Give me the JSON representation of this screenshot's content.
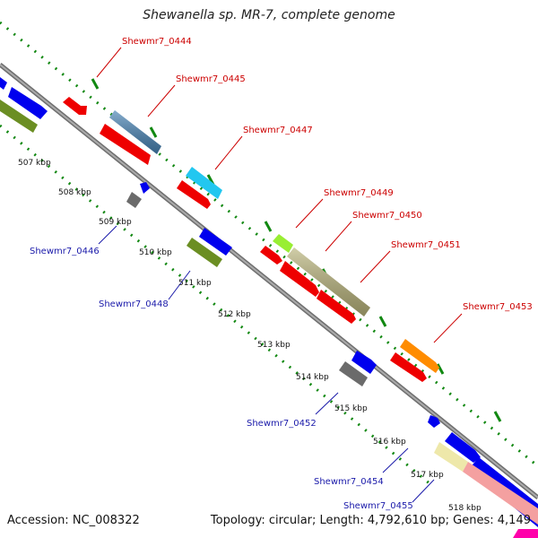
{
  "title": "Shewanella sp. MR-7, complete genome",
  "accession": "Accession: NC_008322",
  "topology": "Topology: circular; Length: 4,792,610 bp; Genes: 4,149",
  "ticks": [
    "507 kbp",
    "508 kbp",
    "509 kbp",
    "510 kbp",
    "511 kbp",
    "512 kbp",
    "513 kbp",
    "514 kbp",
    "515 kbp",
    "516 kbp",
    "517 kbp",
    "518 kbp"
  ],
  "genes": [
    {
      "id": "g0444",
      "label": "Shewmr7_0444",
      "color": "#ee0000",
      "strand": "forward"
    },
    {
      "id": "g0445",
      "label": "Shewmr7_0445",
      "color": "#4682b4",
      "strand": "forward"
    },
    {
      "id": "g0447",
      "label": "Shewmr7_0447",
      "color": "#22c7f0",
      "strand": "forward"
    },
    {
      "id": "g0449",
      "label": "Shewmr7_0449",
      "color": "#99ee33",
      "strand": "forward"
    },
    {
      "id": "g0450",
      "label": "Shewmr7_0450",
      "color": "#b8b37a",
      "strand": "forward"
    },
    {
      "id": "g0451",
      "label": "Shewmr7_0451",
      "color": "#ee0000",
      "strand": "forward"
    },
    {
      "id": "g0453",
      "label": "Shewmr7_0453",
      "color": "#ff8c00",
      "strand": "forward"
    },
    {
      "id": "g0446",
      "label": "Shewmr7_0446",
      "color": "#6b6b6b",
      "strand": "reverse"
    },
    {
      "id": "g0448",
      "label": "Shewmr7_0448",
      "color": "#6b8e23",
      "strand": "reverse"
    },
    {
      "id": "g0452",
      "label": "Shewmr7_0452",
      "color": "#6b6b6b",
      "strand": "reverse"
    },
    {
      "id": "g0454",
      "label": "Shewmr7_0454",
      "color": "#eee8aa",
      "strand": "reverse"
    },
    {
      "id": "g0455",
      "label": "Shewmr7_0455",
      "color": "#f4a0a0",
      "strand": "reverse"
    }
  ],
  "colors": {
    "forward_label": "#cc0000",
    "reverse_label": "#1a1aaa",
    "backbone": "#888888",
    "dotted_line": "#118811"
  }
}
